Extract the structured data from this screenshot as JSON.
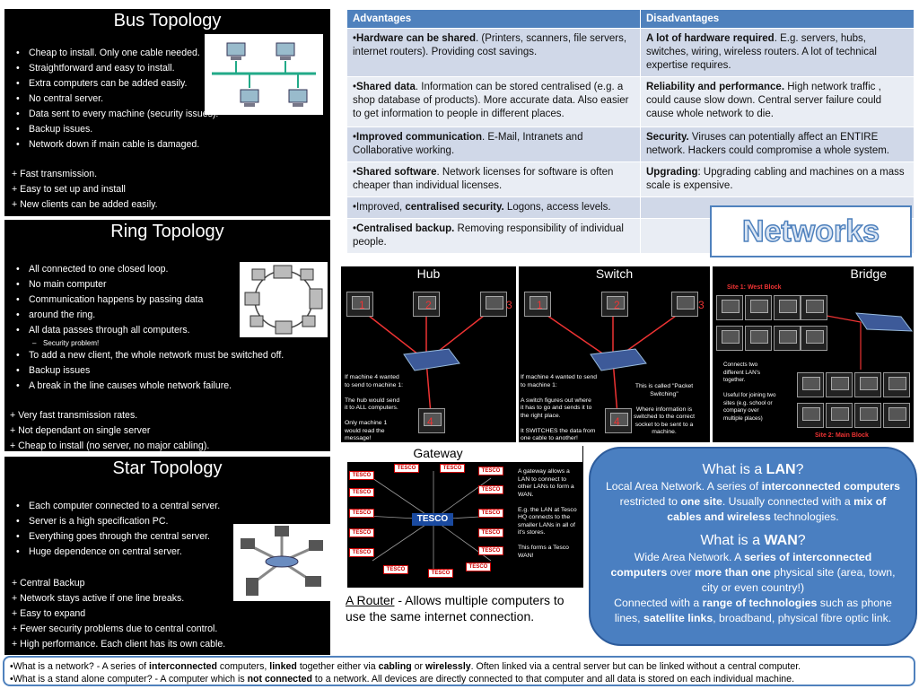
{
  "bus": {
    "title": "Bus Topology",
    "items": [
      "Cheap to install. Only one cable needed.",
      "Straightforward and easy to install.",
      "Extra computers can be added easily.",
      "No central server.",
      "Data sent to every machine (security issues).",
      "Backup issues.",
      "Network down if main cable is damaged."
    ],
    "pros": [
      "+ Fast transmission.",
      "+ Easy to set up and install",
      "+ New clients can be added easily."
    ]
  },
  "ring": {
    "title": "Ring Topology",
    "items": [
      "All connected to one closed loop.",
      "No main computer",
      "Communication happens by passing data",
      "around the ring.",
      "All data passes through all computers.",
      "Security problem!",
      "To add a new client, the whole network must be switched off.",
      "Backup issues",
      "A break in the line causes whole network failure."
    ],
    "pros": [
      "+ Very fast transmission rates.",
      "+ Not dependant on single server",
      "+ Cheap to install (no server, no major cabling)."
    ]
  },
  "star": {
    "title": "Star Topology",
    "items": [
      "Each computer connected to a central server.",
      "Server is a high specification PC.",
      "Everything goes through the central server.",
      "Huge dependence on central server."
    ],
    "pros": [
      "+ Central Backup",
      "+ Network stays active if one line breaks.",
      "+ Easy to expand",
      "+ Fewer security problems due to central control.",
      "+ High performance. Each client has its own cable."
    ]
  },
  "table": {
    "headers": [
      "Advantages",
      "Disadvantages"
    ],
    "rows": [
      {
        "a_bold": "Hardware can be shared",
        "a_text": ". (Printers, scanners, file servers, internet routers). Providing cost savings.",
        "d_bold": "A lot of hardware required",
        "d_text": ". E.g. servers, hubs, switches, wiring, wireless routers. A lot of technical expertise requires."
      },
      {
        "a_bold": "Shared data",
        "a_text": ". Information can be stored centralised (e.g. a shop database of products). More accurate data. Also easier to get information to people in different places.",
        "d_bold": "Reliability and performance.",
        "d_text": " High network traffic , could cause slow down. Central server failure could cause whole network to die."
      },
      {
        "a_bold": "Improved communication",
        "a_text": ". E-Mail, Intranets and Collaborative working.",
        "d_bold": "Security.",
        "d_text": " Viruses can potentially affect an ENTIRE network. Hackers could compromise a whole system."
      },
      {
        "a_bold": "Shared software",
        "a_text": ". Network licenses for software is often cheaper than individual licenses.",
        "d_bold": "Upgrading",
        "d_text": ": Upgrading cabling and machines on a mass scale is expensive."
      },
      {
        "a_pre": "Improved, ",
        "a_bold": "centralised security.",
        "a_text": " Logons, access levels.",
        "d_bold": "",
        "d_text": ""
      },
      {
        "a_bold": "Centralised backup.",
        "a_text": " Removing responsibility of individual people.",
        "d_bold": "",
        "d_text": ""
      }
    ]
  },
  "networks_label": "Networks",
  "hub": {
    "title": "Hub",
    "numbers": [
      "1",
      "2",
      "3",
      "4"
    ],
    "note": [
      "If machine 4 wanted",
      "to send to machine 1:",
      "",
      "The hub would send",
      "it to ALL computers.",
      "",
      "Only machine 1",
      "would read the",
      "message!"
    ]
  },
  "switch": {
    "title": "Switch",
    "numbers": [
      "1",
      "2",
      "3",
      "4"
    ],
    "note_left": [
      "If machine 4 wanted to send",
      "to machine 1:",
      "",
      "A switch figures out where",
      "it has to go and sends it to",
      "the right place.",
      "",
      "It SWITCHES the data from",
      "one cable to another!"
    ],
    "note_right": [
      "This is called \"Packet",
      "Switching\"",
      "",
      "Where information is",
      "switched to the correct",
      "socket to be sent to a",
      "machine."
    ]
  },
  "bridge": {
    "title": "Bridge",
    "site1": "Site 1: West Block",
    "site2": "Site 2: Main Block",
    "note": [
      "Connects two",
      "different LAN's",
      "together.",
      "",
      "Useful for joining two",
      "sites (e.g. school or",
      "company over",
      "multiple places)"
    ]
  },
  "gateway": {
    "title": "Gateway",
    "tesco": "TESCO",
    "note": [
      "A gateway allows a",
      "LAN to connect to",
      "other LANs to form a",
      "WAN.",
      "",
      "E.g. the LAN at Tesco",
      "HQ connects to the",
      "smaller LANs in all of",
      "it's stores.",
      "",
      "This forms a Tesco",
      "WAN!"
    ]
  },
  "router": {
    "label": "A Router",
    "text": " - Allows multiple computers to use the same internet connection."
  },
  "lanwan": {
    "lan_q1": "What is a ",
    "lan_q2": "LAN",
    "lan_q3": "?",
    "lan_t1": "Local Area Network. A series of ",
    "lan_t2": "interconnected computers",
    "lan_t3": " restricted to ",
    "lan_t4": "one site",
    "lan_t5": ". Usually connected with a ",
    "lan_t6": "mix of cables and wireless",
    "lan_t7": " technologies.",
    "wan_q1": "What is a ",
    "wan_q2": "WAN",
    "wan_q3": "?",
    "wan_t1": "Wide Area Network.  A ",
    "wan_t2": "series of interconnected computers",
    "wan_t3": " over ",
    "wan_t4": "more than one",
    "wan_t5": " physical site (area, town, city or even country!)",
    "wan_t6": "Connected with a ",
    "wan_t7": "range of technologies",
    "wan_t8": " such as phone lines, ",
    "wan_t9": "satellite links",
    "wan_t10": ", broadband, physical fibre optic link."
  },
  "footer": {
    "l1a": "•What is a network? - A series of ",
    "l1b": "interconnected",
    "l1c": " computers, ",
    "l1d": "linked",
    "l1e": " together either via ",
    "l1f": "cabling",
    "l1g": " or ",
    "l1h": "wirelessly",
    "l1i": ". Often linked via a central server but can be linked without a central computer.",
    "l2a": "•What is a stand alone computer? - A computer which is ",
    "l2b": "not connected",
    "l2c": " to a network. All devices are directly connected to that computer and all data is stored on each individual machine."
  },
  "colors": {
    "header": "#4f81bd",
    "odd": "#d0d8e8",
    "even": "#e9edf4",
    "bubble": "#4a7fc1",
    "networks": "#4f81bd"
  }
}
